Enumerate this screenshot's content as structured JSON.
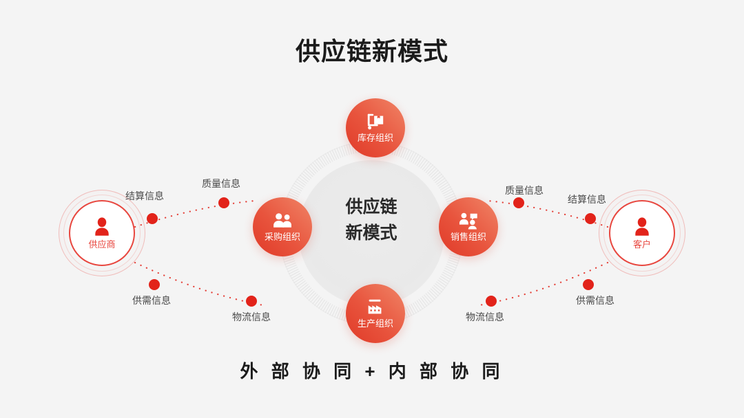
{
  "slide": {
    "background_color": "#f4f4f4",
    "title": "供应链新模式",
    "footer": "外 部 协 同 + 内 部 协 同"
  },
  "hub": {
    "line1": "供应链",
    "line2": "新模式"
  },
  "colors": {
    "accent_red": "#e8473f",
    "gradient_dark": "#e03a28",
    "gradient_light": "#f08567",
    "dot_red": "#e2231a",
    "hub_gray": "#e9e9e9",
    "text_dark": "#1b1b1b",
    "label_gray": "#4a4a4a"
  },
  "endpoints": [
    {
      "id": "supplier",
      "label": "供应商",
      "icon": "person-icon"
    },
    {
      "id": "customer",
      "label": "客户",
      "icon": "person-icon"
    }
  ],
  "orgs": [
    {
      "id": "inventory",
      "label": "库存组织",
      "icon": "hand-truck-box-icon"
    },
    {
      "id": "purchase",
      "label": "采购组织",
      "icon": "two-people-icon"
    },
    {
      "id": "sales",
      "label": "销售组织",
      "icon": "people-chat-icon"
    },
    {
      "id": "production",
      "label": "生产组织",
      "icon": "factory-icon"
    }
  ],
  "flow_labels": [
    {
      "id": "left-settlement",
      "text": "结算信息"
    },
    {
      "id": "left-quality",
      "text": "质量信息"
    },
    {
      "id": "right-quality",
      "text": "质量信息"
    },
    {
      "id": "right-settlement",
      "text": "结算信息"
    },
    {
      "id": "left-supply-demand",
      "text": "供需信息"
    },
    {
      "id": "left-logistics",
      "text": "物流信息"
    },
    {
      "id": "right-logistics",
      "text": "物流信息"
    },
    {
      "id": "right-supply-demand",
      "text": "供需信息"
    }
  ]
}
